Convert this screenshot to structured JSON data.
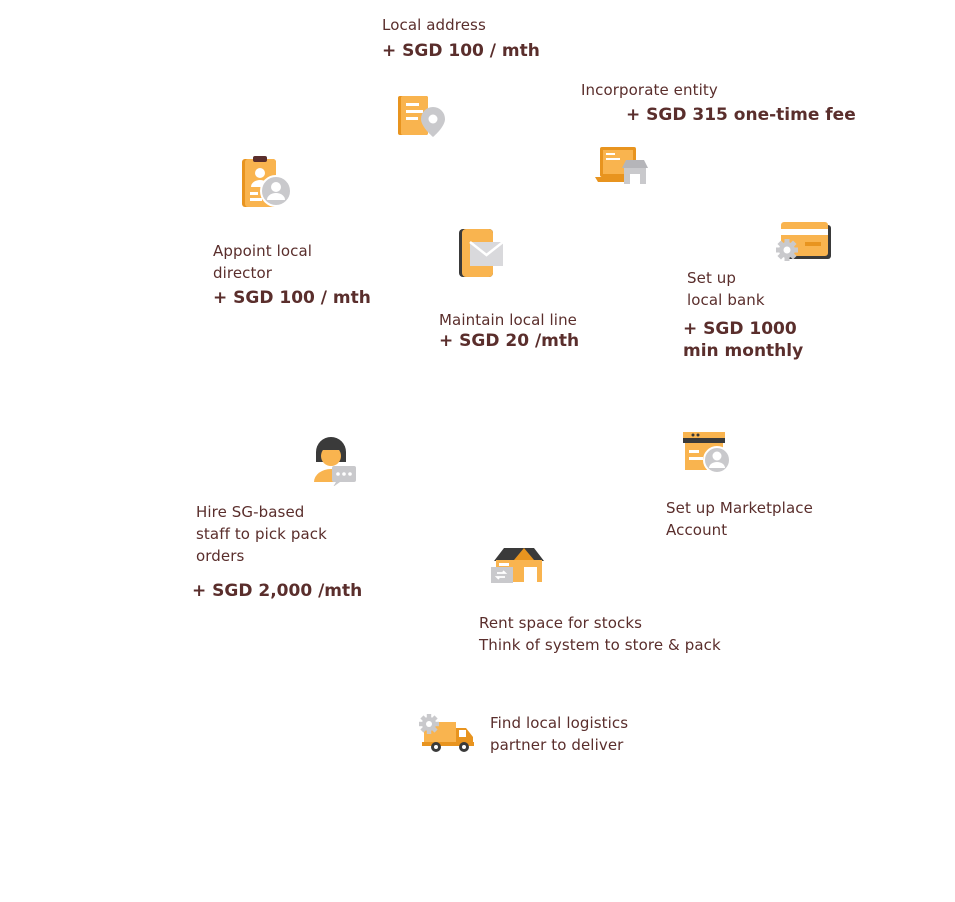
{
  "colors": {
    "text": "#5a2e2c",
    "orange": "#f9b44f",
    "orange_dark": "#e8941f",
    "gray": "#c9c9cc",
    "dark": "#3a3a3a"
  },
  "items": {
    "local_address": {
      "label": "Local address",
      "cost": "+ SGD 100 / mth",
      "icon": "document-location-icon"
    },
    "incorporate": {
      "label": "Incorporate entity",
      "cost": "+ SGD 315  one-time fee",
      "icon": "laptop-store-icon"
    },
    "director": {
      "label1": "Appoint local",
      "label2": "director",
      "cost": "+ SGD 100 / mth",
      "icon": "id-badge-icon"
    },
    "local_line": {
      "label": "Maintain local line",
      "cost": "+ SGD 20 /mth",
      "icon": "phone-mail-icon"
    },
    "bank": {
      "label1": "Set up",
      "label2": "local bank",
      "cost1": "+ SGD 1000",
      "cost2": "min monthly",
      "icon": "card-gear-icon"
    },
    "staff": {
      "label1": "Hire SG-based",
      "label2": "staff to pick pack",
      "label3": "orders",
      "cost": "+ SGD 2,000 /mth",
      "icon": "staff-chat-icon"
    },
    "marketplace": {
      "label1": "Set up Marketplace",
      "label2": "Account",
      "icon": "shop-user-icon"
    },
    "rent": {
      "label1": "Rent space for stocks",
      "label2": "Think of system to store & pack",
      "icon": "warehouse-icon"
    },
    "logistics": {
      "label1": "Find local logistics",
      "label2": "partner to deliver",
      "icon": "truck-gear-icon"
    }
  }
}
